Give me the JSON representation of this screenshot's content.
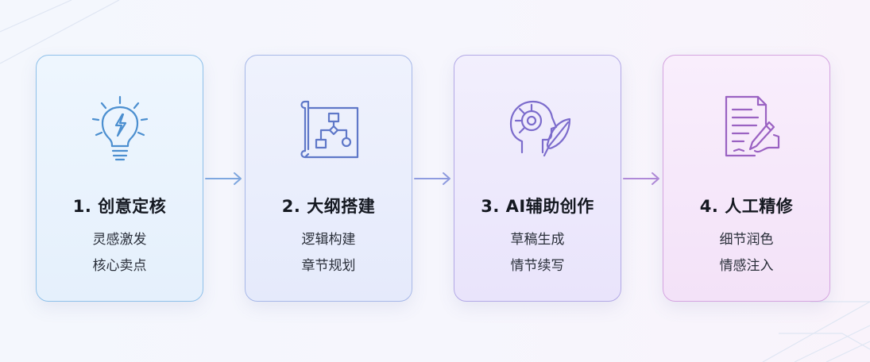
{
  "colors": {
    "stroke_blue": "#4c8fd0",
    "stroke_indigo": "#5f78c8",
    "stroke_violet": "#7c6ccc",
    "stroke_purple": "#9a62c2",
    "arrow_1": "#7fa8e0",
    "arrow_2": "#8f9ce0",
    "arrow_3": "#b08ad8"
  },
  "steps": [
    {
      "icon": "lightbulb-icon",
      "title": "1. 创意定核",
      "lines": [
        "灵感激发",
        "核心卖点"
      ]
    },
    {
      "icon": "blueprint-flowchart-icon",
      "title": "2. 大纲搭建",
      "lines": [
        "逻辑构建",
        "章节规划"
      ]
    },
    {
      "icon": "ai-head-quill-icon",
      "title": "3. AI辅助创作",
      "lines": [
        "草稿生成",
        "情节续写"
      ]
    },
    {
      "icon": "document-pen-icon",
      "title": "4. 人工精修",
      "lines": [
        "细节润色",
        "情感注入"
      ]
    }
  ]
}
